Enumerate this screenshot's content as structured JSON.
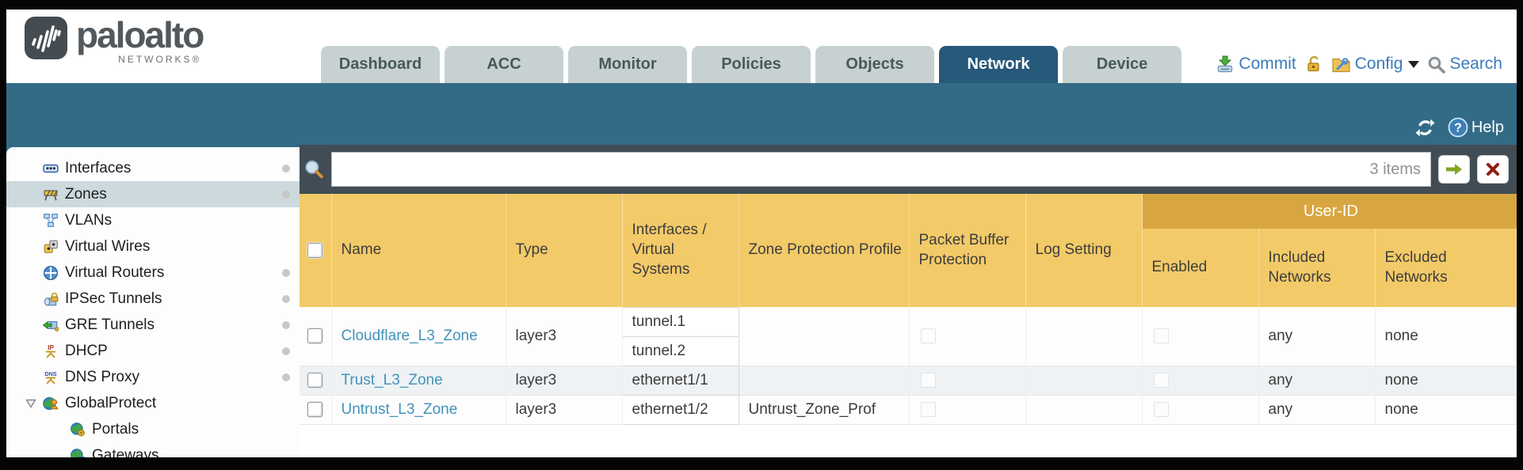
{
  "brand": {
    "name": "paloalto",
    "sub": "NETWORKS®"
  },
  "nav": {
    "tabs": [
      "Dashboard",
      "ACC",
      "Monitor",
      "Policies",
      "Objects",
      "Network",
      "Device"
    ],
    "active_tab": "Network",
    "commit_label": "Commit",
    "config_label": "Config",
    "search_label": "Search"
  },
  "toolbar": {
    "help_label": "Help"
  },
  "sidebar": {
    "selected": "Zones",
    "items": [
      "Interfaces",
      "Zones",
      "VLANs",
      "Virtual Wires",
      "Virtual Routers",
      "IPSec Tunnels",
      "GRE Tunnels",
      "DHCP",
      "DNS Proxy",
      "GlobalProtect",
      "Portals",
      "Gateways"
    ]
  },
  "filter": {
    "value": "",
    "count": "3 items"
  },
  "table": {
    "group_header": "User-ID",
    "columns": [
      "Name",
      "Type",
      "Interfaces / Virtual Systems",
      "Zone Protection Profile",
      "Packet Buffer Protection",
      "Log Setting",
      "Enabled",
      "Included Networks",
      "Excluded Networks"
    ],
    "rows": [
      {
        "name": "Cloudflare_L3_Zone",
        "type": "layer3",
        "interfaces": [
          "tunnel.1",
          "tunnel.2"
        ],
        "zone_protection_profile": "",
        "log_setting": "",
        "included_networks": "any",
        "excluded_networks": "none"
      },
      {
        "name": "Trust_L3_Zone",
        "type": "layer3",
        "interfaces": [
          "ethernet1/1"
        ],
        "zone_protection_profile": "",
        "log_setting": "",
        "included_networks": "any",
        "excluded_networks": "none"
      },
      {
        "name": "Untrust_L3_Zone",
        "type": "layer3",
        "interfaces": [
          "ethernet1/2"
        ],
        "zone_protection_profile": "Untrust_Zone_Prof",
        "log_setting": "",
        "included_networks": "any",
        "excluded_networks": "none"
      }
    ]
  },
  "colors": {
    "teal_band": "#336b87",
    "active_tab": "#27597b",
    "inactive_tab": "#c7d1d1",
    "filter_strip": "#414c54",
    "header_gold": "#f3ca68",
    "header_gold_dark": "#d8a640",
    "link_blue": "#4493b8",
    "action_blue": "#3a7cba",
    "selected_row": "#ccd9dd"
  }
}
